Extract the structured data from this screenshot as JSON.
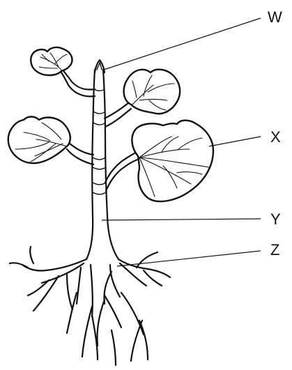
{
  "labels": {
    "w": "W",
    "x": "X",
    "y": "Y",
    "z": "Z"
  }
}
